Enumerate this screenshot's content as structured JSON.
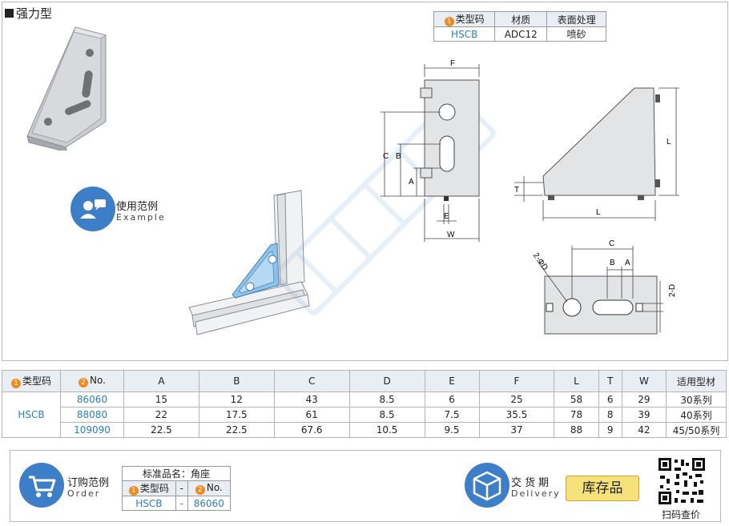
{
  "title": "强力型",
  "mini_table": {
    "headers": [
      "类型码",
      "材质",
      "表面处理"
    ],
    "header_badge": "1",
    "row": [
      "HSCB",
      "ADC12",
      "喷砂"
    ]
  },
  "example": {
    "label_cn": "使用范例",
    "label_en": "Example"
  },
  "dims": {
    "front": {
      "F": "F",
      "C": "C",
      "B": "B",
      "A": "A",
      "E": "E",
      "W": "W"
    },
    "side": {
      "L_vert": "L",
      "T": "T",
      "L_horiz": "L"
    },
    "bottom": {
      "C": "C",
      "B": "B",
      "A": "A",
      "D2": "2-D",
      "phiD": "2-ΦD"
    }
  },
  "spec_table": {
    "headers": [
      "类型码",
      "No.",
      "A",
      "B",
      "C",
      "D",
      "E",
      "F",
      "L",
      "T",
      "W",
      "适用型材"
    ],
    "type_badge": "1",
    "no_badge": "2",
    "type_code": "HSCB",
    "rows": [
      [
        "86060",
        "15",
        "12",
        "43",
        "8.5",
        "6",
        "25",
        "58",
        "6",
        "29",
        "30系列"
      ],
      [
        "88080",
        "22",
        "17.5",
        "61",
        "8.5",
        "7.5",
        "35.5",
        "78",
        "8",
        "39",
        "40系列"
      ],
      [
        "109090",
        "22.5",
        "22.5",
        "67.6",
        "10.5",
        "9.5",
        "37",
        "88",
        "9",
        "42",
        "45/50系列"
      ]
    ]
  },
  "order": {
    "label_cn": "订购范例",
    "label_en": "Order",
    "table_title": "标准品名：角座",
    "headers": [
      "类型码",
      "-",
      "No."
    ],
    "type_badge": "1",
    "no_badge": "2",
    "row": [
      "HSCB",
      "-",
      "86060"
    ]
  },
  "delivery": {
    "label_cn": "交货期",
    "label_en": "Delivery",
    "status": "库存品"
  },
  "qr": {
    "label": "扫码查价"
  },
  "colors": {
    "accent": "#3d7ec9",
    "badge": "#f08a1c",
    "link": "#2a7fc1",
    "stock": "#f5e27a"
  }
}
